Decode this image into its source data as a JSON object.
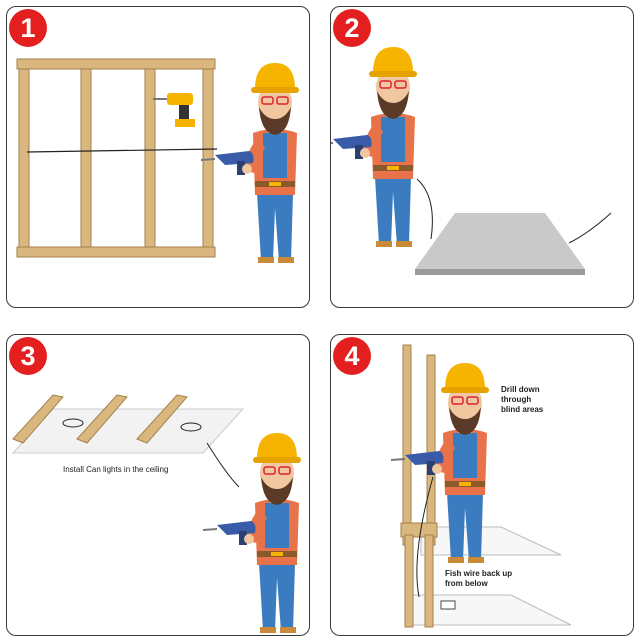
{
  "panels": [
    {
      "number": "1"
    },
    {
      "number": "2"
    },
    {
      "number": "3",
      "caption": "Install Can lights in the ceiling"
    },
    {
      "number": "4",
      "note_top": "Drill down through blind areas",
      "note_bottom": "Fish wire back up from below"
    }
  ],
  "colors": {
    "badge": "#e41f1f",
    "helmet": "#f6b400",
    "shirt": "#e8734a",
    "jeans": "#3b7bbf",
    "drill": "#3a5ca8",
    "wood": "#d9b77e"
  }
}
